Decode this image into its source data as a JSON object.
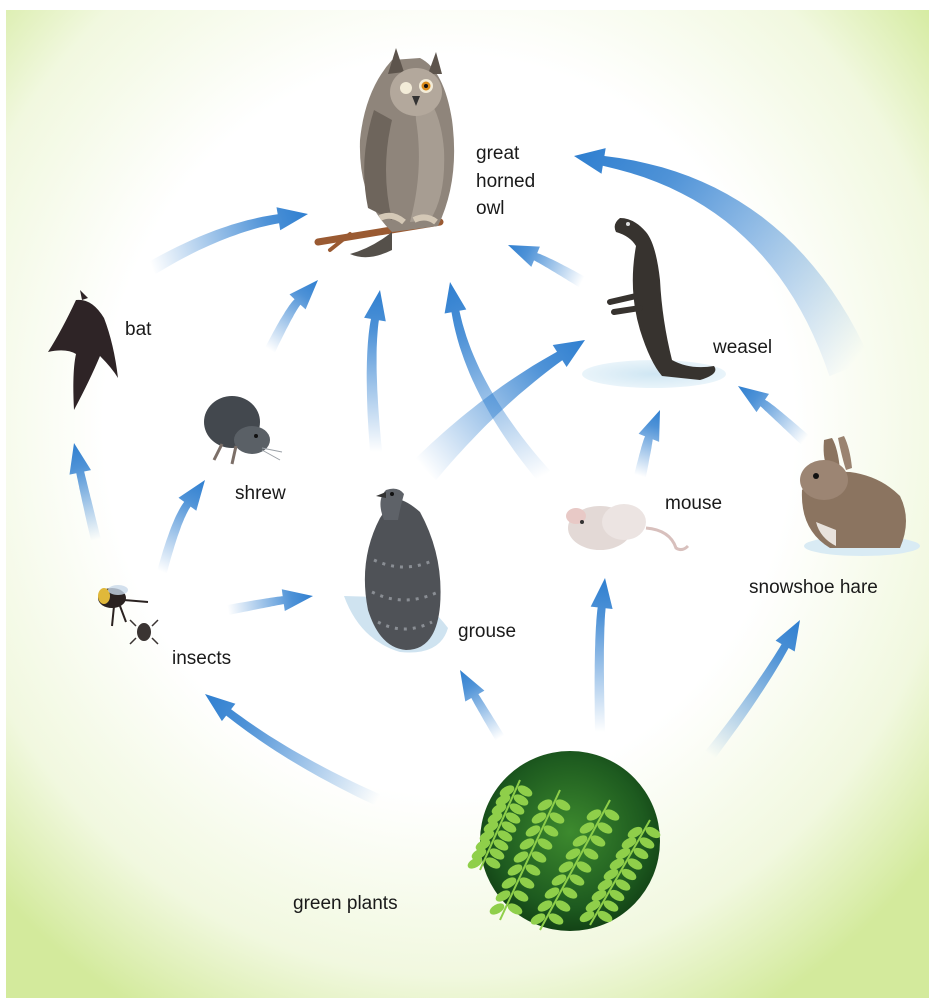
{
  "diagram": {
    "type": "food-web",
    "arrow_color": "#2f7fd0",
    "background_edge_color": "#d3ea9c",
    "nodes": {
      "owl": {
        "label_lines": [
          "great",
          "horned",
          "owl"
        ],
        "icon": "great-horned-owl"
      },
      "bat": {
        "label": "bat",
        "icon": "bat"
      },
      "shrew": {
        "label": "shrew",
        "icon": "shrew"
      },
      "grouse": {
        "label": "grouse",
        "icon": "grouse"
      },
      "weasel": {
        "label": "weasel",
        "icon": "weasel"
      },
      "mouse": {
        "label": "mouse",
        "icon": "mouse"
      },
      "hare": {
        "label": "snowshoe hare",
        "icon": "snowshoe-hare"
      },
      "insects": {
        "label": "insects",
        "icon": "insects"
      },
      "plants": {
        "label": "green plants",
        "icon": "green-plants-fern"
      }
    },
    "edges": [
      {
        "from": "green plants",
        "to": "insects"
      },
      {
        "from": "green plants",
        "to": "grouse"
      },
      {
        "from": "green plants",
        "to": "mouse"
      },
      {
        "from": "green plants",
        "to": "snowshoe hare"
      },
      {
        "from": "insects",
        "to": "bat"
      },
      {
        "from": "insects",
        "to": "shrew"
      },
      {
        "from": "insects",
        "to": "grouse"
      },
      {
        "from": "bat",
        "to": "great horned owl"
      },
      {
        "from": "shrew",
        "to": "great horned owl"
      },
      {
        "from": "grouse",
        "to": "great horned owl"
      },
      {
        "from": "grouse",
        "to": "weasel"
      },
      {
        "from": "mouse",
        "to": "great horned owl"
      },
      {
        "from": "mouse",
        "to": "weasel"
      },
      {
        "from": "snowshoe hare",
        "to": "weasel"
      },
      {
        "from": "snowshoe hare",
        "to": "great horned owl"
      },
      {
        "from": "weasel",
        "to": "great horned owl"
      }
    ]
  }
}
